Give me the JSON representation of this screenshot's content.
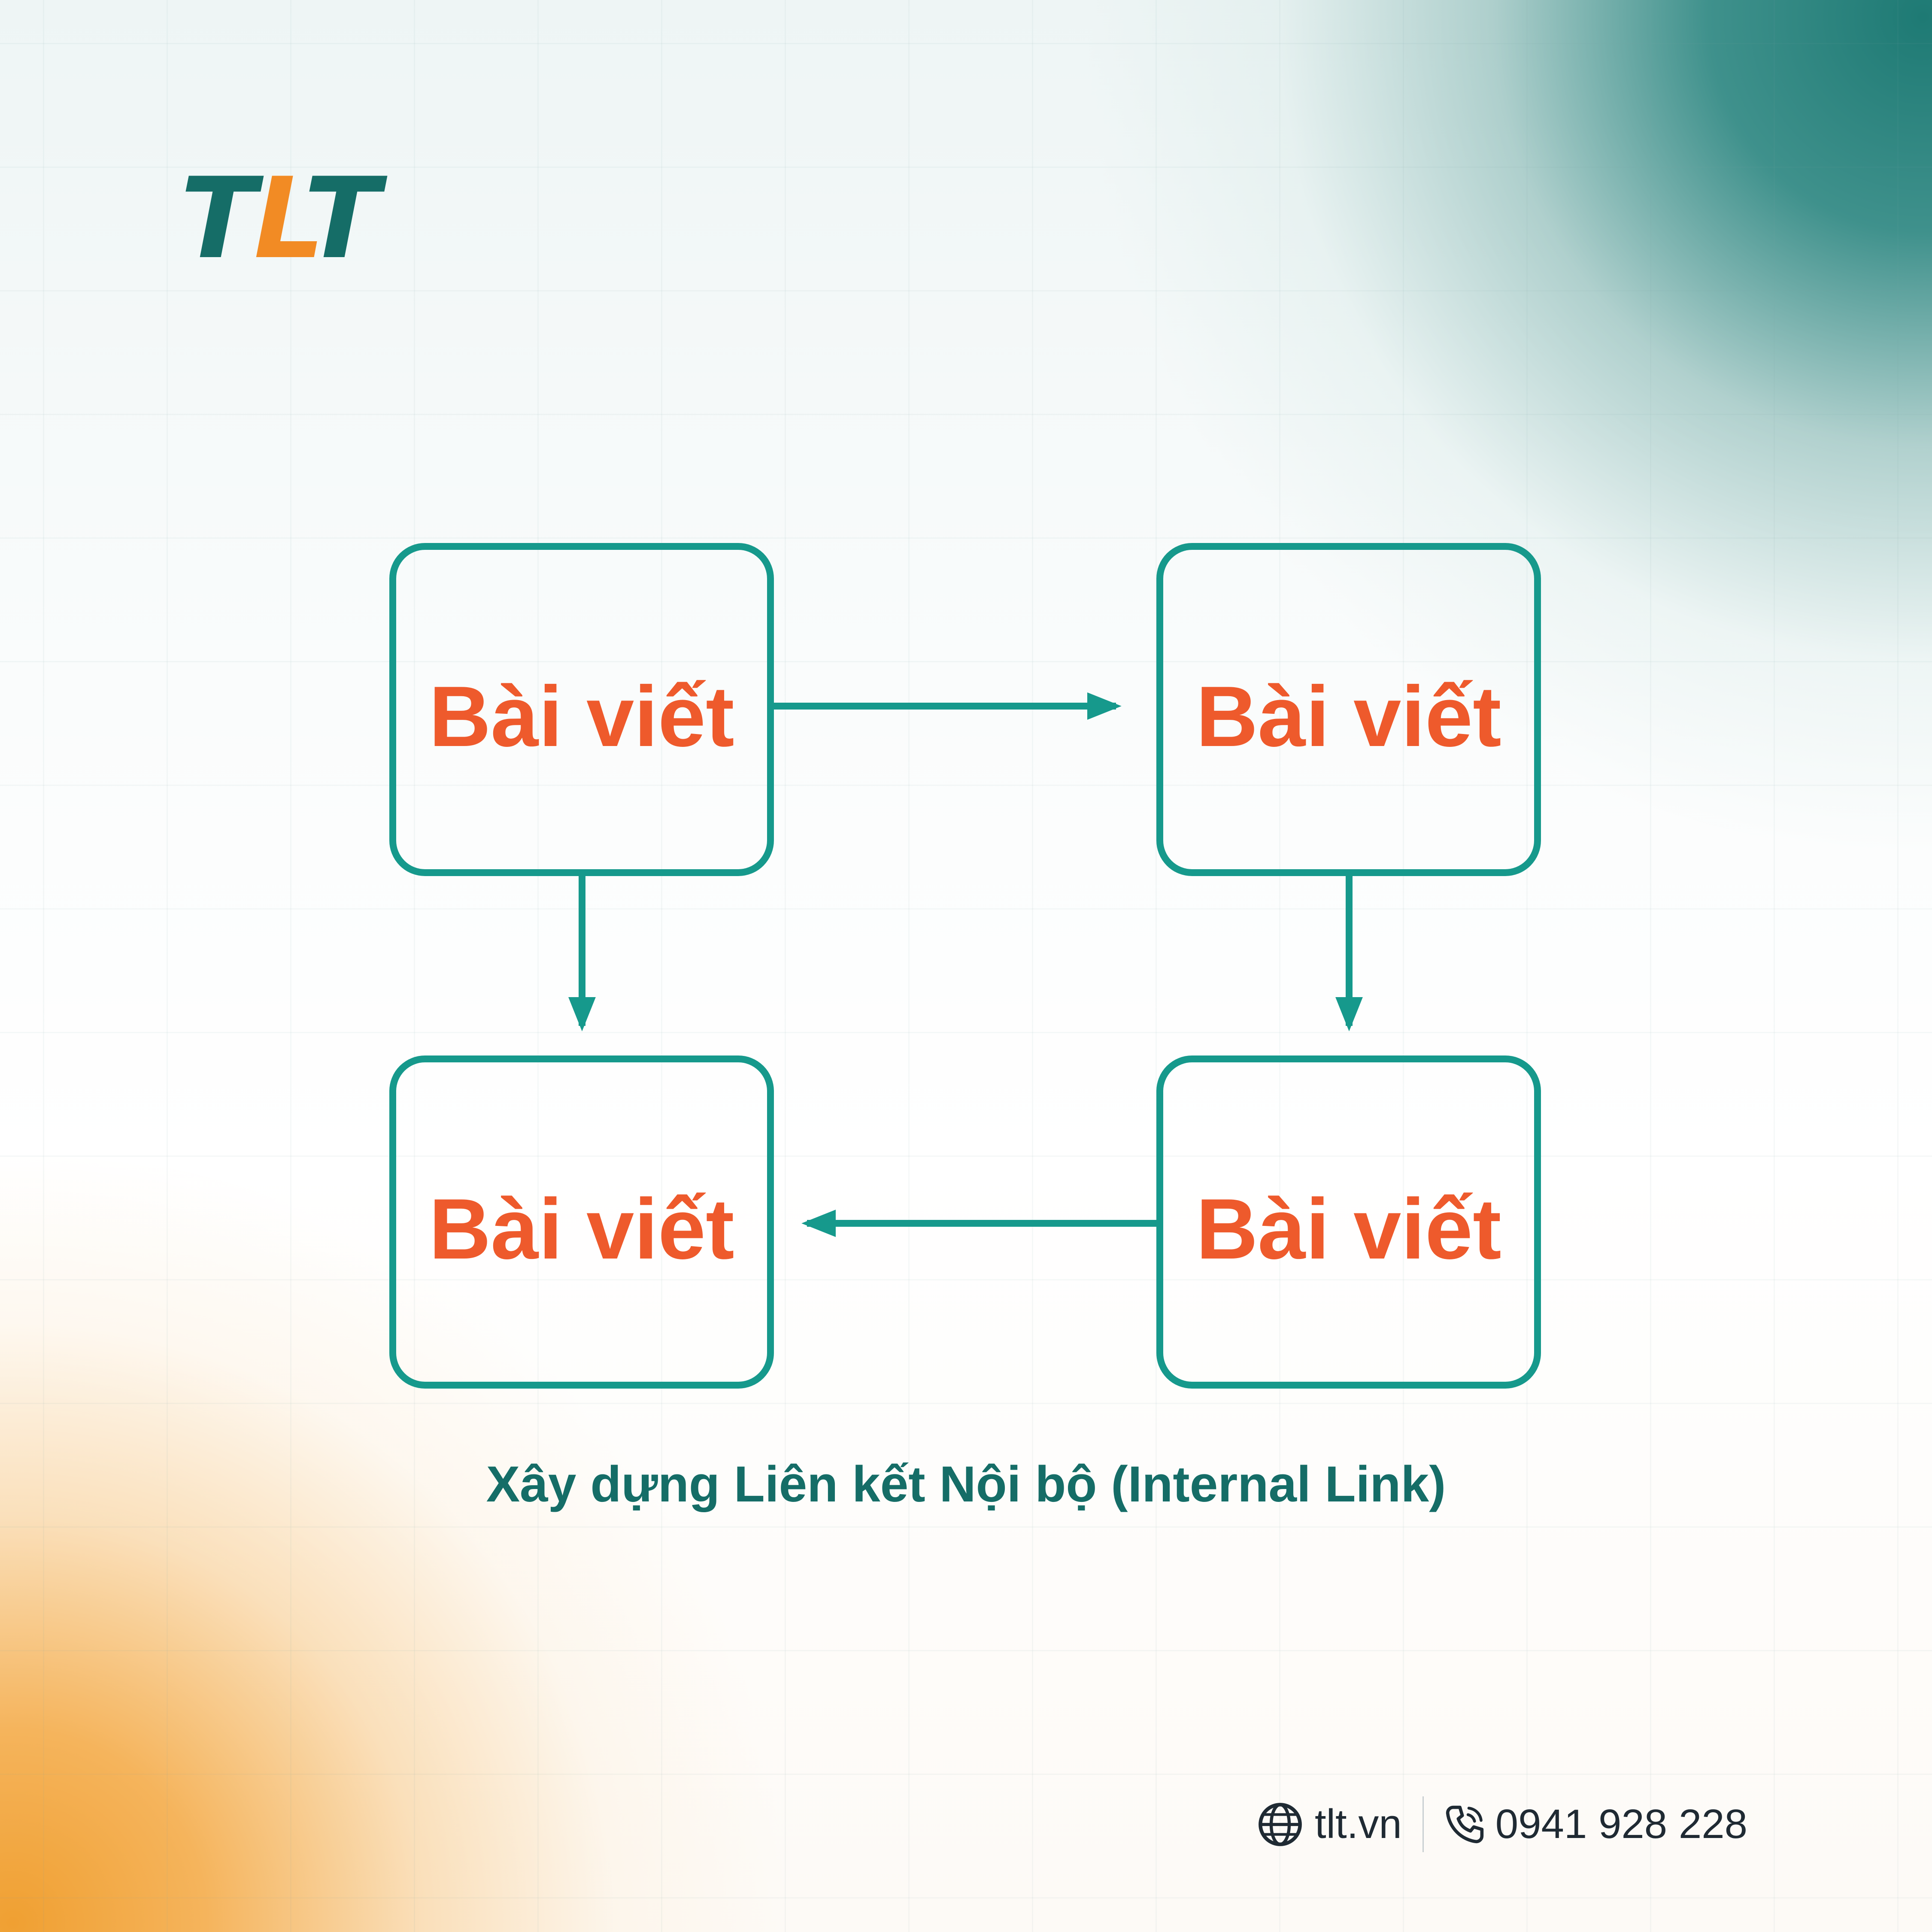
{
  "brand": {
    "logo_part1": "T",
    "logo_part2": "L",
    "logo_part3": "T",
    "primary_color": "#156d67",
    "accent_color": "#f28b24"
  },
  "diagram": {
    "nodes": [
      {
        "label": "Bài viết"
      },
      {
        "label": "Bài viết"
      },
      {
        "label": "Bài viết"
      },
      {
        "label": "Bài viết"
      }
    ],
    "node_border_color": "#16998c",
    "node_text_color": "#ee5a2c",
    "edges": [
      {
        "from": "top-left",
        "to": "top-right"
      },
      {
        "from": "top-left",
        "to": "bottom-left"
      },
      {
        "from": "top-right",
        "to": "bottom-right"
      },
      {
        "from": "bottom-right",
        "to": "bottom-left"
      }
    ],
    "caption": "Xây dựng Liên kết Nội bộ (Internal Link)"
  },
  "footer": {
    "website": "tlt.vn",
    "phone": "0941 928 228",
    "website_icon": "globe-icon",
    "phone_icon": "phone-icon"
  }
}
